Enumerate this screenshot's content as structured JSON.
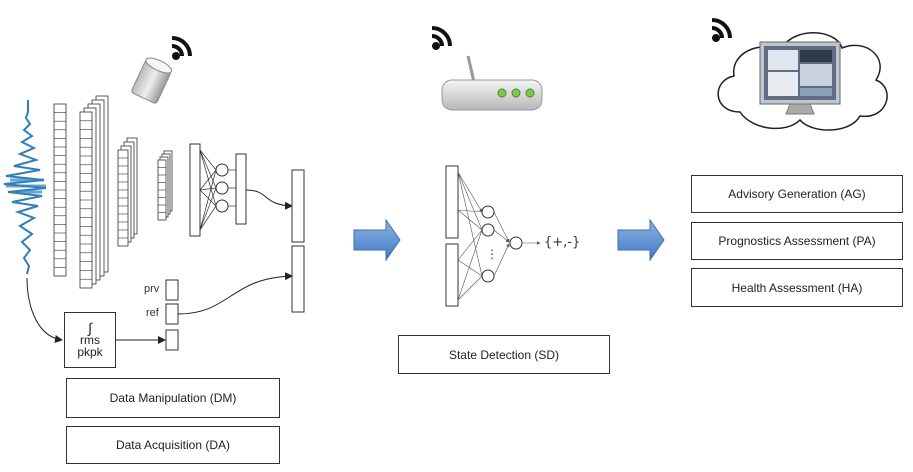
{
  "left_stage": {
    "feature_box": {
      "integral": "∫",
      "rms": "rms",
      "pkpk": "pkpk"
    },
    "inputs": {
      "prv": "prv",
      "ref": "ref"
    },
    "boxes": {
      "dm": "Data Manipulation (DM)",
      "da": "Data Acquisition (DA)"
    },
    "sensor_icon": "accelerometer-sensor-icon",
    "signal_icon": "vibration-signal-icon"
  },
  "middle_stage": {
    "output_set": "{+,-}",
    "box": "State Detection (SD)",
    "device_icon": "wifi-router-icon"
  },
  "right_stage": {
    "boxes": {
      "ag": "Advisory Generation (AG)",
      "pa": "Prognostics Assessment (PA)",
      "ha": "Health Assessment (HA)"
    },
    "cloud_icon": "cloud-monitor-icon"
  },
  "colors": {
    "signal": "#2f7fb8",
    "arrow": "#5b8fd0",
    "router_led": "#7ec850",
    "line": "#333333"
  }
}
